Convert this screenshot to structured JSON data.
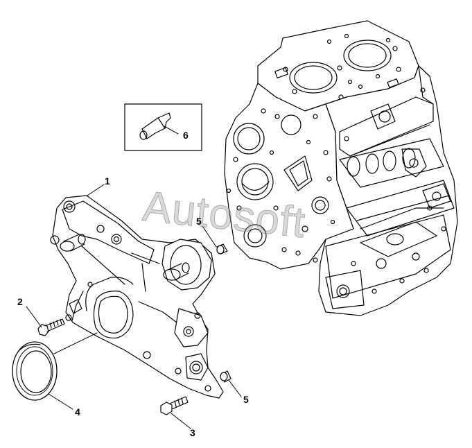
{
  "watermark": "Autosoft",
  "callouts": [
    {
      "id": "1",
      "label": "1"
    },
    {
      "id": "2",
      "label": "2"
    },
    {
      "id": "3",
      "label": "3"
    },
    {
      "id": "4",
      "label": "4"
    },
    {
      "id": "5a",
      "label": "5"
    },
    {
      "id": "5b",
      "label": "5"
    },
    {
      "id": "6",
      "label": "6"
    }
  ]
}
